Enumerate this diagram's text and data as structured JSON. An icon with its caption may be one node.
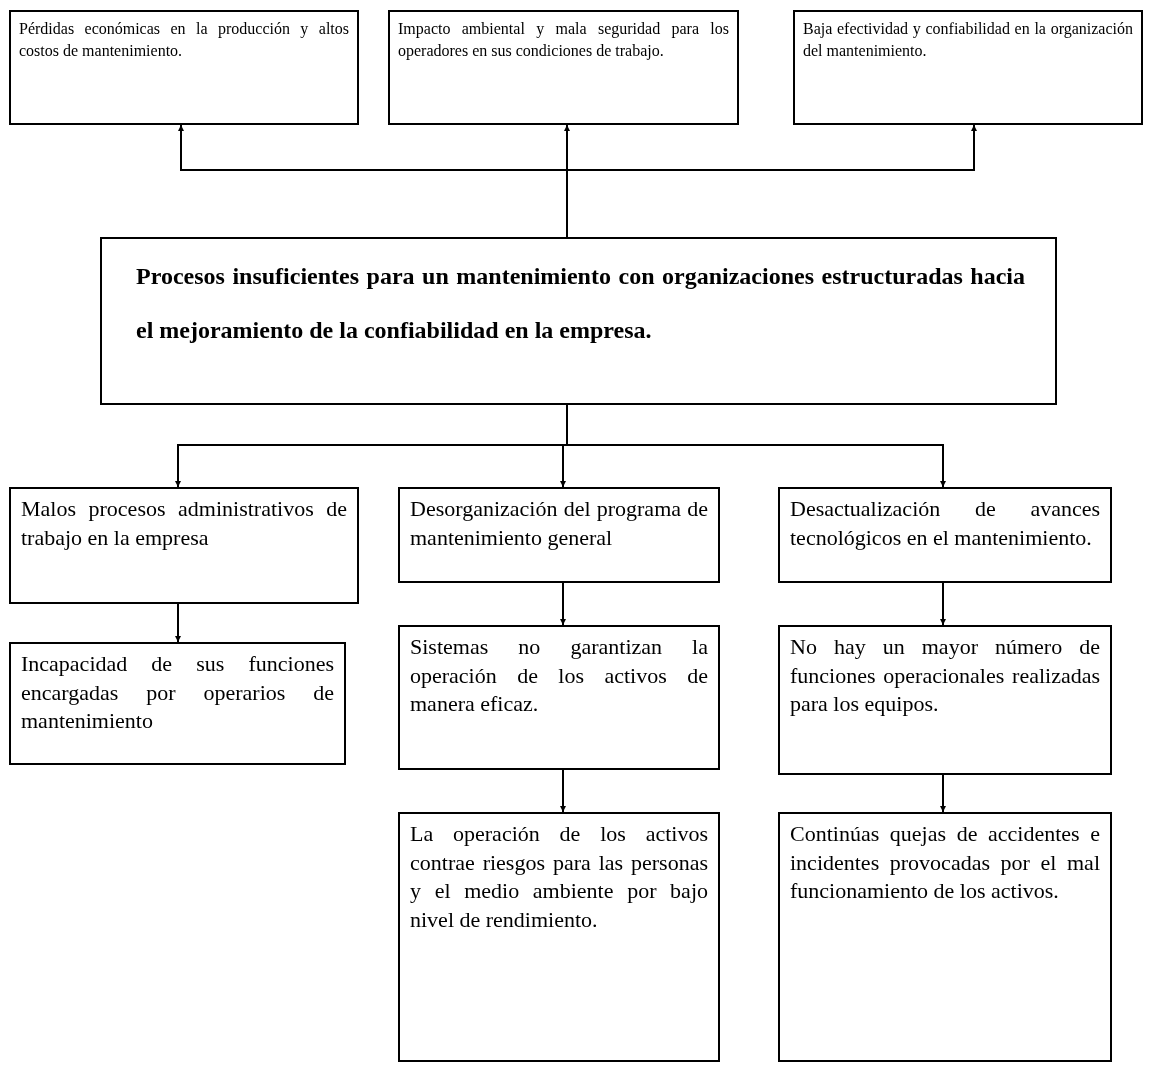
{
  "diagram": {
    "nodes": [
      {
        "text": [
          "Pérdidas económicas en la producción y altos costos de mantenimiento."
        ]
      },
      {
        "text": [
          "Impacto ambiental y mala seguridad para los operadores en sus condiciones de trabajo."
        ]
      },
      {
        "text": [
          "Baja efectividad y confiabilidad en la organización del mantenimiento."
        ]
      },
      {
        "text": [
          "Procesos insuficientes para un mantenimiento con organizaciones estructuradas hacia el mejoramiento de la confiabilidad en la empresa."
        ]
      },
      {
        "text": [
          "Malos procesos administrativos de trabajo en la empresa"
        ]
      },
      {
        "text": [
          "Desorganización del programa de mantenimiento general"
        ]
      },
      {
        "text": [
          "Desactualización de avances tecnológicos en el mantenimiento."
        ]
      },
      {
        "text": [
          "Incapacidad de sus funciones encargadas por operarios de mantenimiento"
        ]
      },
      {
        "text": [
          "Sistemas no garantizan la operación de los activos de manera eficaz."
        ]
      },
      {
        "text": [
          "No hay un mayor número de funciones operacionales realizadas para los equipos."
        ]
      },
      {
        "text": [
          "La operación de los activos contrae riesgos para las personas y el medio ambiente por bajo nivel de rendimiento."
        ]
      },
      {
        "text": [
          "Continúas quejas de accidentes e incidentes provocadas por el mal funcionamiento de los activos."
        ]
      }
    ],
    "edges": [
      {
        "from": 3,
        "to": 0,
        "arrow": "to"
      },
      {
        "from": 3,
        "to": 1,
        "arrow": "to"
      },
      {
        "from": 3,
        "to": 2,
        "arrow": "to"
      },
      {
        "from": 3,
        "to": 4,
        "arrow": "to"
      },
      {
        "from": 3,
        "to": 5,
        "arrow": "to"
      },
      {
        "from": 3,
        "to": 6,
        "arrow": "to"
      },
      {
        "from": 4,
        "to": 7,
        "arrow": "to"
      },
      {
        "from": 5,
        "to": 8,
        "arrow": "to"
      },
      {
        "from": 6,
        "to": 9,
        "arrow": "to"
      },
      {
        "from": 8,
        "to": 10,
        "arrow": "to"
      },
      {
        "from": 9,
        "to": 11,
        "arrow": "to"
      }
    ]
  }
}
